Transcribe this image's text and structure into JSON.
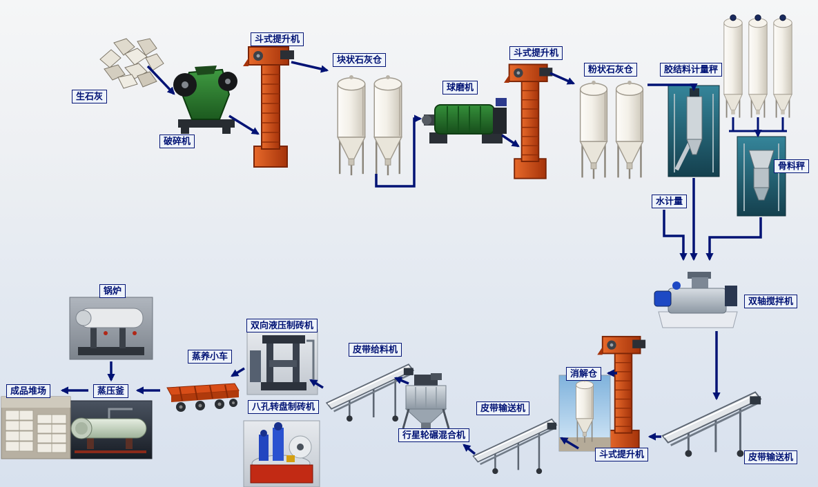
{
  "colors": {
    "label_border": "#001274",
    "label_text": "#001274",
    "label_bg": "#eef3fa",
    "arrow": "#001274",
    "bg_top": "#f5f6f7",
    "bg_bottom": "#d8e1ee"
  },
  "labels": {
    "quicklime": "生石灰",
    "crusher": "破碎机",
    "bucket_elevator_1": "斗式提升机",
    "lump_lime_silo": "块状石灰仓",
    "ball_mill": "球磨机",
    "bucket_elevator_2": "斗式提升机",
    "powder_lime_silo": "粉状石灰仓",
    "binder_scale": "胶结料计量秤",
    "aggregate_scale": "骨料秤",
    "water_meter": "水计量",
    "double_shaft_mixer": "双轴搅拌机",
    "belt_conveyor_right": "皮带输送机",
    "bucket_elevator_3": "斗式提升机",
    "digestion_silo": "消解仓",
    "belt_conveyor_mid": "皮带输送机",
    "planetary_mixer": "行星轮碾混合机",
    "belt_feeder": "皮带给料机",
    "hydraulic_brick_machine": "双向液压制砖机",
    "rotary_brick_machine": "八孔转盘制砖机",
    "steam_curing_cart": "蒸养小车",
    "autoclave": "蒸压釜",
    "product_yard": "成品堆场",
    "boiler": "锅炉"
  }
}
